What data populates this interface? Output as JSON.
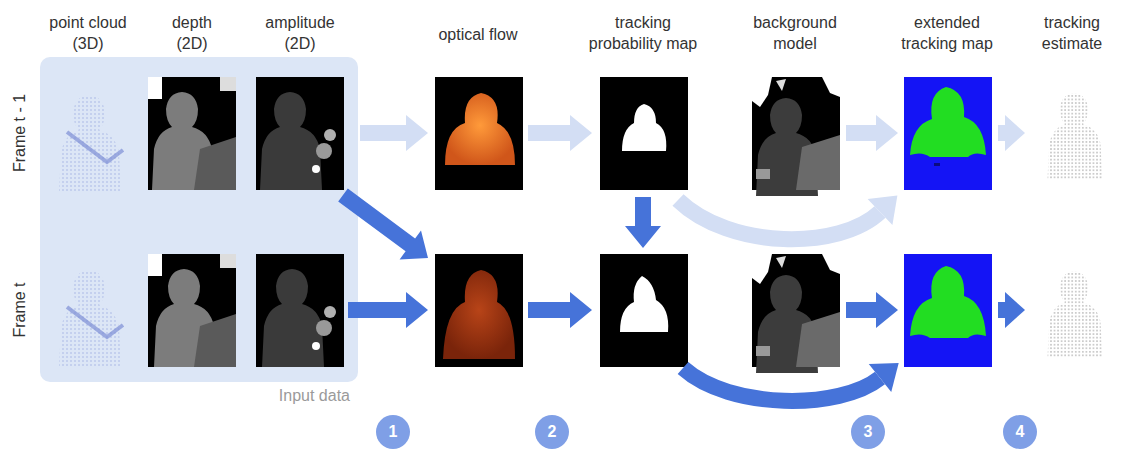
{
  "diagram": {
    "nodes": [
      {
        "text": [
          "Input data"
        ]
      },
      {
        "text": [
          "1"
        ]
      },
      {
        "text": [
          "2"
        ]
      },
      {
        "text": [
          "3"
        ]
      },
      {
        "text": [
          "4"
        ]
      }
    ],
    "labels": [
      "point cloud (3D)",
      "depth (2D)",
      "amplitude (2D)",
      "optical flow",
      "tracking probability map",
      "background model",
      "extended tracking map",
      "tracking estimate",
      "Frame t - 1",
      "Frame t"
    ]
  }
}
